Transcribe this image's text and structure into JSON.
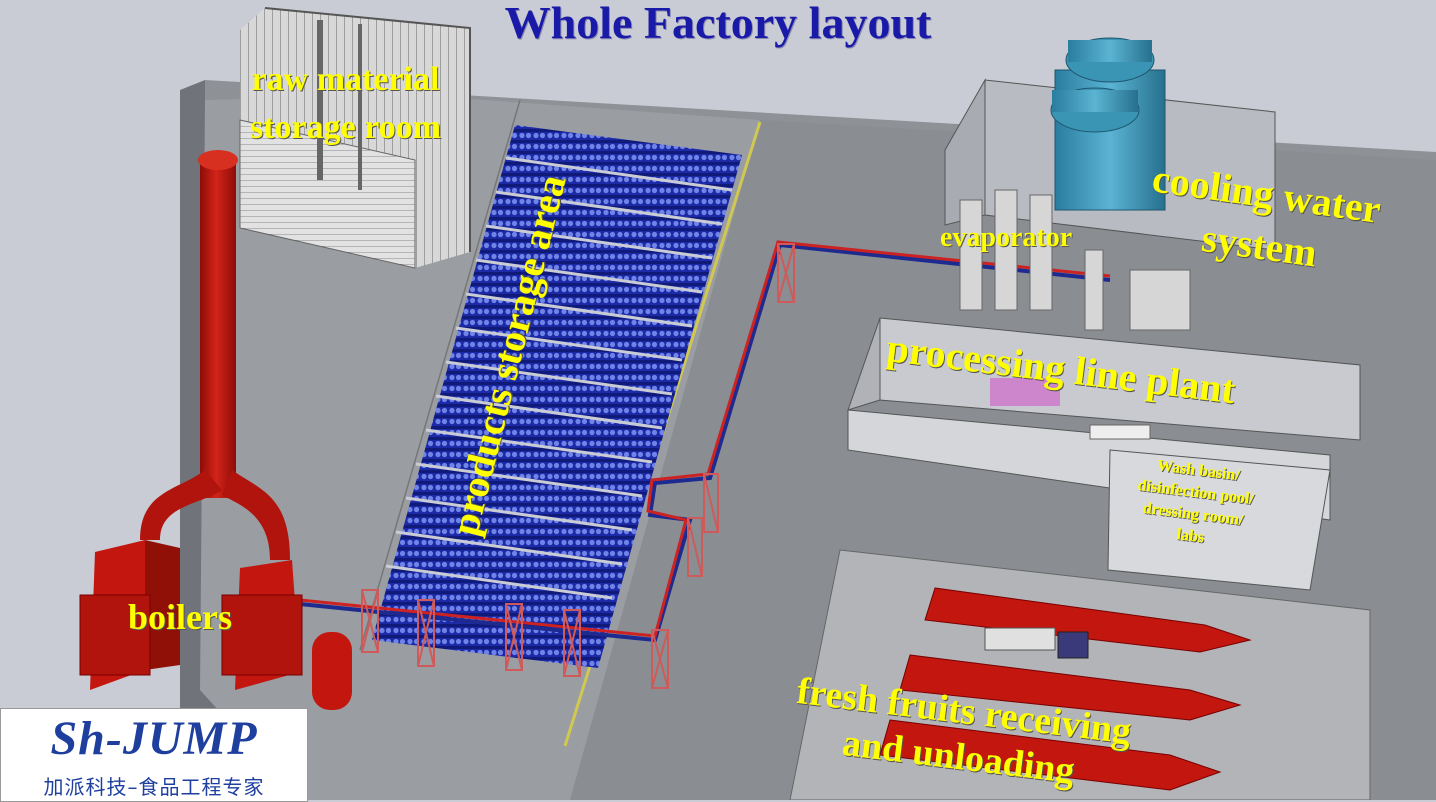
{
  "title": "Whole Factory layout",
  "areas": {
    "raw_material_storage": "raw material\nstorage room",
    "products_storage": "products storage area",
    "evaporator": "evaporator",
    "cooling_water": "cooling water\nsystem",
    "processing_line": "processing line plant",
    "wash_basin": "Wash basin/\ndisinfection pool/\ndressing room/\nlabs",
    "boilers": "boilers",
    "fresh_fruits": "fresh fruits receiving\nand unloading"
  },
  "logo": {
    "brand": "Sh-JUMP",
    "subtitle": "加派科技–食品工程专家"
  },
  "colors": {
    "background": "#c9ccd4",
    "floor": "#8e9196",
    "title": "#1a1aa8",
    "labels": "#ffff00",
    "boilers": "#c2160e",
    "storage_pallets": "#1d2aa8",
    "cooling_tower": "#3a94b4",
    "logo": "#1e3f9e"
  }
}
